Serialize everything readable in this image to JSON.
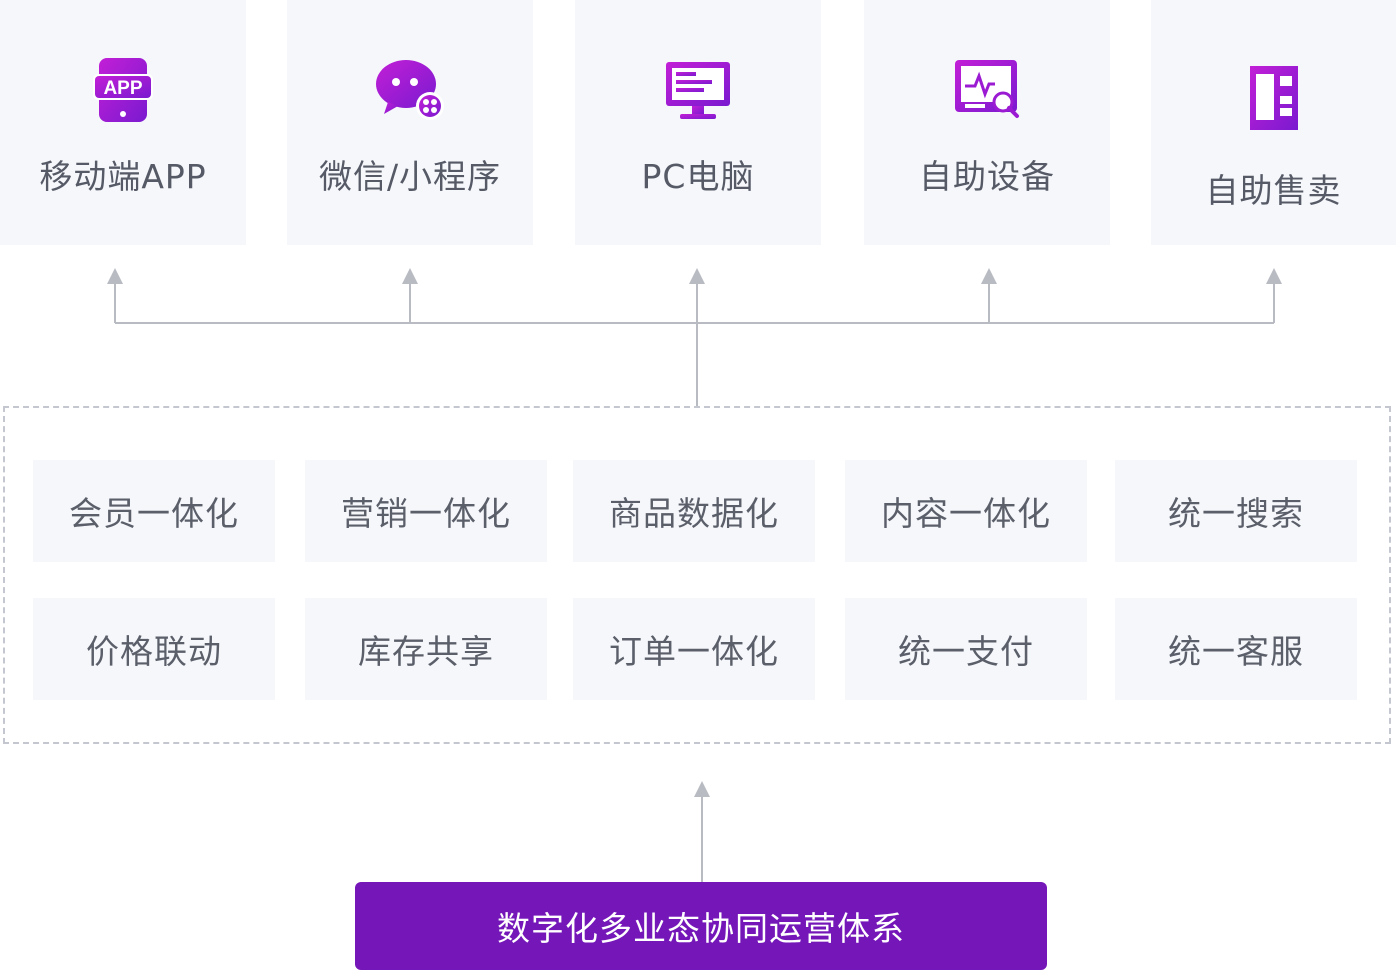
{
  "channels": [
    {
      "id": "app",
      "label": "移动端APP",
      "icon": "mobile-app-icon",
      "badge": "APP"
    },
    {
      "id": "wechat",
      "label": "微信/小程序",
      "icon": "wechat-miniprogram-icon"
    },
    {
      "id": "pc",
      "label": "PC电脑",
      "icon": "pc-monitor-icon"
    },
    {
      "id": "kiosk",
      "label": "自助设备",
      "icon": "self-service-device-icon"
    },
    {
      "id": "vending",
      "label": "自助售卖",
      "icon": "vending-machine-icon"
    }
  ],
  "capabilities": [
    [
      "会员一体化",
      "营销一体化",
      "商品数据化",
      "内容一体化",
      "统一搜索"
    ],
    [
      "价格联动",
      "库存共享",
      "订单一体化",
      "统一支付",
      "统一客服"
    ]
  ],
  "foundation": {
    "label": "数字化多业态协同运营体系"
  },
  "colors": {
    "accent": "#7416b8",
    "icon_gradient_start": "#c21fd6",
    "icon_gradient_end": "#7a1ad0",
    "tile_bg": "#f6f7fb",
    "connector": "#b8bbc2"
  }
}
